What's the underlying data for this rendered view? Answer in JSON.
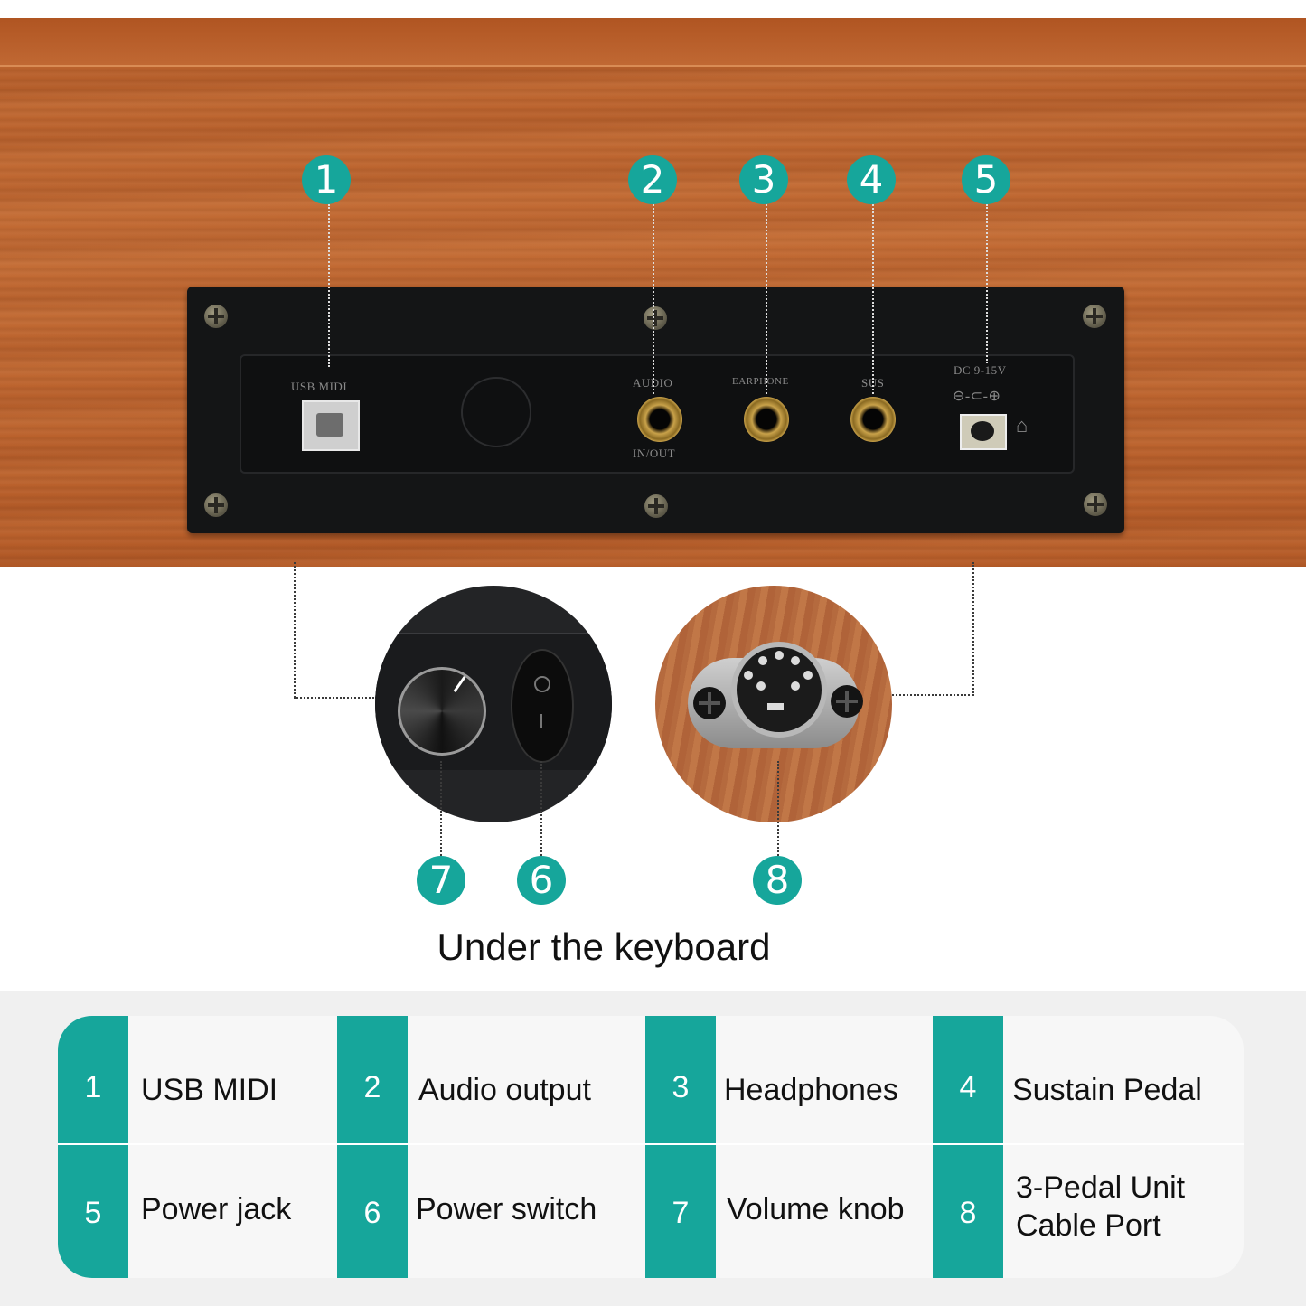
{
  "panel_labels": {
    "usb": "USB MIDI",
    "audio": "AUDIO",
    "audio_sub": "IN/OUT",
    "earphone": "EARPHONE",
    "sus": "SUS",
    "dc": "DC 9-15V"
  },
  "callouts": [
    "1",
    "2",
    "3",
    "4",
    "5",
    "6",
    "7",
    "8"
  ],
  "caption": "Under the keyboard",
  "legend": [
    {
      "num": "1",
      "label": "USB MIDI"
    },
    {
      "num": "2",
      "label": "Audio output"
    },
    {
      "num": "3",
      "label": "Headphones"
    },
    {
      "num": "4",
      "label": "Sustain Pedal"
    },
    {
      "num": "5",
      "label": "Power jack"
    },
    {
      "num": "6",
      "label": "Power switch"
    },
    {
      "num": "7",
      "label": "Volume knob"
    },
    {
      "num": "8",
      "label_line1": "3-Pedal Unit",
      "label_line2": "Cable Port"
    }
  ],
  "colors": {
    "accent": "#16a69b",
    "wood": "#c06a33",
    "panel": "#141516"
  }
}
